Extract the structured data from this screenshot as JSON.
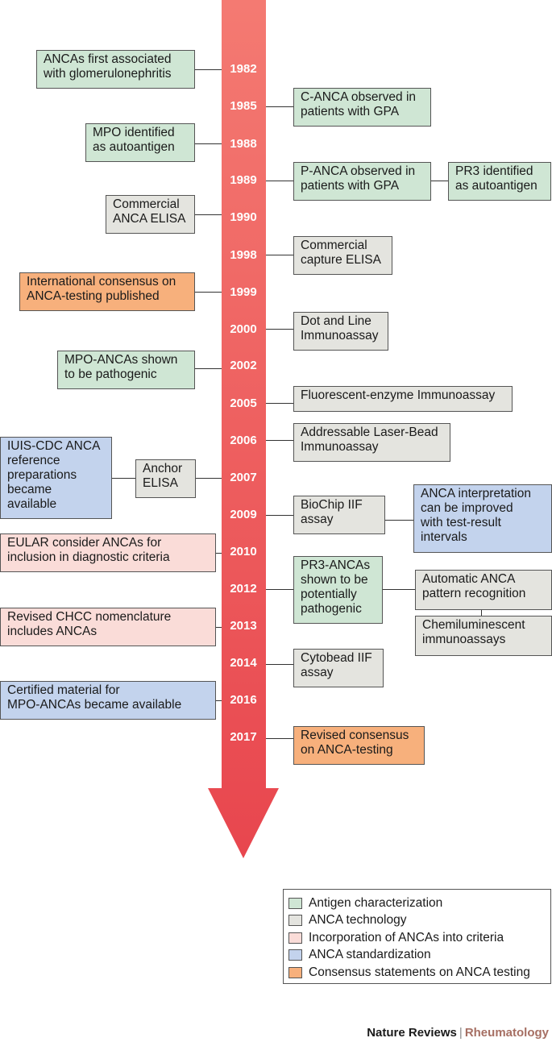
{
  "years": [
    "1982",
    "1985",
    "1988",
    "1989",
    "1990",
    "1998",
    "1999",
    "2000",
    "2002",
    "2005",
    "2006",
    "2007",
    "2009",
    "2010",
    "2012",
    "2013",
    "2014",
    "2016",
    "2017"
  ],
  "events": {
    "e1982": "ANCAs first associated\nwith glomerulonephritis",
    "e1985": "C-ANCA observed in\npatients with GPA",
    "e1988": "MPO identified\nas autoantigen",
    "e1989a": "P-ANCA observed in\npatients with GPA",
    "e1989b": "PR3 identified\nas autoantigen",
    "e1990": "Commercial\nANCA ELISA",
    "e1998": "Commercial\ncapture ELISA",
    "e1999": "International consensus on\nANCA-testing published",
    "e2000": "Dot and Line\nImmunoassay",
    "e2002": "MPO-ANCAs shown\nto be pathogenic",
    "e2005": "Fluorescent-enzyme Immunoassay",
    "e2006": "Addressable Laser-Bead\nImmunoassay",
    "e2007a": "Anchor\nELISA",
    "e2007b": "IUIS-CDC ANCA\nreference\npreparations\nbecame\navailable",
    "e2009a": "BioChip IIF\nassay",
    "e2009b": "ANCA interpretation\ncan be improved\nwith test-result\nintervals",
    "e2010": "EULAR consider ANCAs for\ninclusion in diagnostic criteria",
    "e2012a": "PR3-ANCAs\nshown to be\npotentially\npathogenic",
    "e2012b": "Automatic ANCA\npattern recognition",
    "e2012c": "Chemiluminescent\nimmunoassays",
    "e2013": "Revised CHCC nomenclature\nincludes ANCAs",
    "e2014": "Cytobead IIF\nassay",
    "e2016": "Certified material for\nMPO-ANCAs became available",
    "e2017": "Revised consensus\non ANCA-testing"
  },
  "legend": [
    {
      "label": "Antigen characterization",
      "color": "#cfe6d4"
    },
    {
      "label": "ANCA technology",
      "color": "#e4e4df"
    },
    {
      "label": "Incorporation of ANCAs into criteria",
      "color": "#fadcd8"
    },
    {
      "label": "ANCA standardization",
      "color": "#c3d3ed"
    },
    {
      "label": "Consensus statements on ANCA testing",
      "color": "#f7b07c"
    }
  ],
  "colors": {
    "arrow_top": "#f47a72",
    "arrow_bottom": "#e8464e"
  },
  "footer": {
    "publisher": "Nature Reviews",
    "separator": "|",
    "journal": "Rheumatology"
  }
}
